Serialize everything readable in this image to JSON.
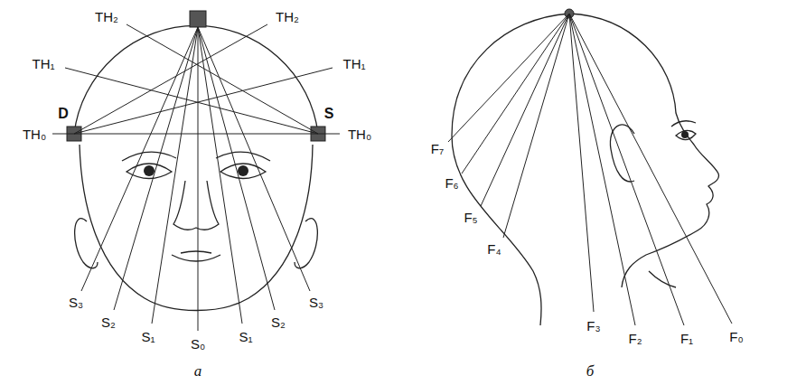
{
  "diagram": {
    "labels": [
      "TH₂",
      "TH₂",
      "TH₁",
      "TH₁",
      "D",
      "S",
      "TH₀",
      "TH₀",
      "S₃",
      "S₂",
      "S₁",
      "S₀",
      "S₁",
      "S₂",
      "S₃",
      "F₇",
      "F₆",
      "F₅",
      "F₄",
      "F₃",
      "F₂",
      "F₁",
      "F₀",
      "a",
      "б"
    ]
  }
}
